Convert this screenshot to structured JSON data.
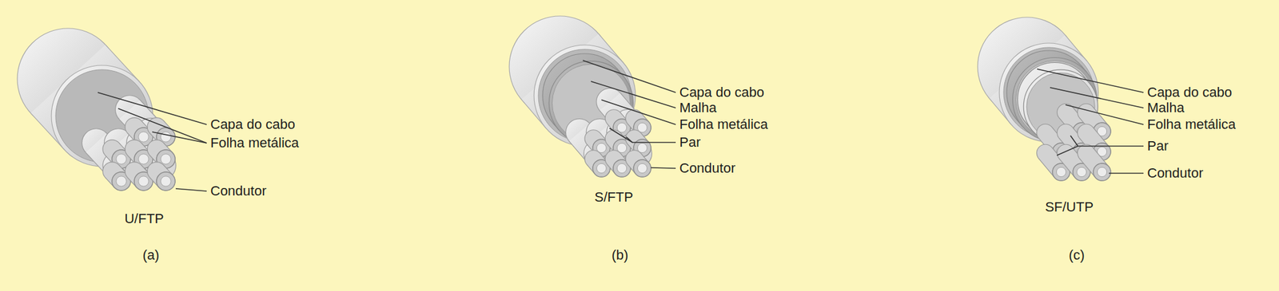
{
  "diagram": {
    "labels": [
      "Capa do cabo",
      "Folha metálica",
      "Condutor",
      "U/FTP",
      "(a)",
      "Capa do cabo",
      "Malha",
      "Folha metálica",
      "Par",
      "Condutor",
      "S/FTP",
      "(b)",
      "Capa do cabo",
      "Malha",
      "Folha metálica",
      "Par",
      "Condutor",
      "SF/UTP",
      "(c)"
    ]
  }
}
